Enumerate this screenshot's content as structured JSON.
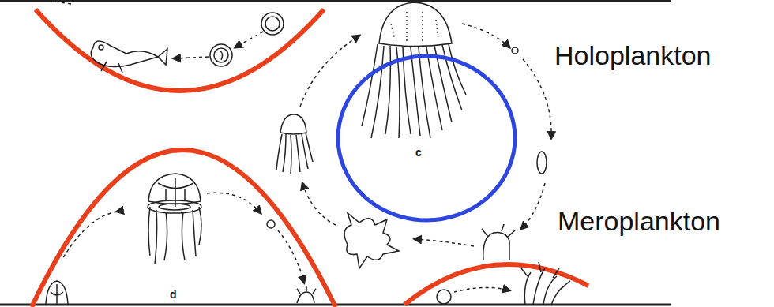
{
  "diagram": {
    "labels": [
      "Holoplankton",
      "Meroplankton",
      "c",
      "d"
    ]
  }
}
